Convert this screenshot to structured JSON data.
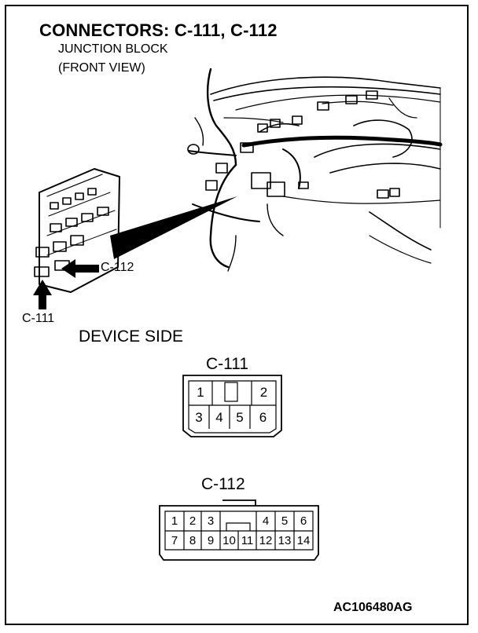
{
  "title": "CONNECTORS: C-111, C-112",
  "subtitle_lines": [
    "JUNCTION BLOCK",
    "(FRONT VIEW)"
  ],
  "callouts": {
    "c112": "C-112",
    "c111": "C-111"
  },
  "device_side": "DEVICE SIDE",
  "connector_c111": {
    "name": "C-111",
    "top_pins": [
      "1",
      "2"
    ],
    "bottom_pins": [
      "3",
      "4",
      "5",
      "6"
    ]
  },
  "connector_c112": {
    "name": "C-112",
    "top_pins": [
      "1",
      "2",
      "3",
      "4",
      "5",
      "6"
    ],
    "bottom_pins": [
      "7",
      "8",
      "9",
      "10",
      "11",
      "12",
      "13",
      "14"
    ]
  },
  "figure_code": "AC106480AG"
}
